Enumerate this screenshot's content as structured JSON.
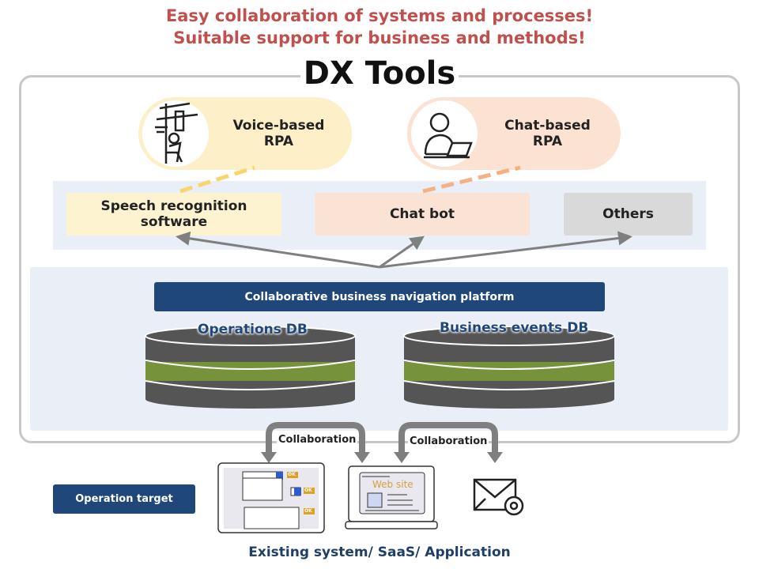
{
  "headline": {
    "line1": "Easy collaboration of systems and processes!",
    "line2": "Suitable support for business and methods!"
  },
  "title": "DX Tools",
  "rpa": [
    {
      "label1": "Voice-based",
      "label2": "RPA",
      "icon": "lineworker-icon",
      "color": "#fdf0c8"
    },
    {
      "label1": "Chat-based",
      "label2": "RPA",
      "icon": "person-laptop-icon",
      "color": "#fbe2d2"
    }
  ],
  "tools": [
    {
      "label1": "Speech recognition",
      "label2": "software",
      "color": "#fdf3d0"
    },
    {
      "label": "Chat bot",
      "color": "#fae3d4"
    },
    {
      "label": "Others",
      "color": "#d9d9d9"
    }
  ],
  "platform": {
    "label": "Collaborative business navigation platform",
    "color": "#1f477a"
  },
  "databases": [
    {
      "label": "Operations DB"
    },
    {
      "label": "Business events DB"
    }
  ],
  "collaboration": [
    "Collaboration",
    "Collaboration"
  ],
  "targets": {
    "label": "Operation target",
    "ok": "OK",
    "website": "Web site",
    "caption": "Existing system/ SaaS/ Application"
  },
  "colors": {
    "headline": "#c0504d",
    "db_gray": "#555555",
    "db_green": "#76933c",
    "arrow": "#7f7f7f"
  }
}
